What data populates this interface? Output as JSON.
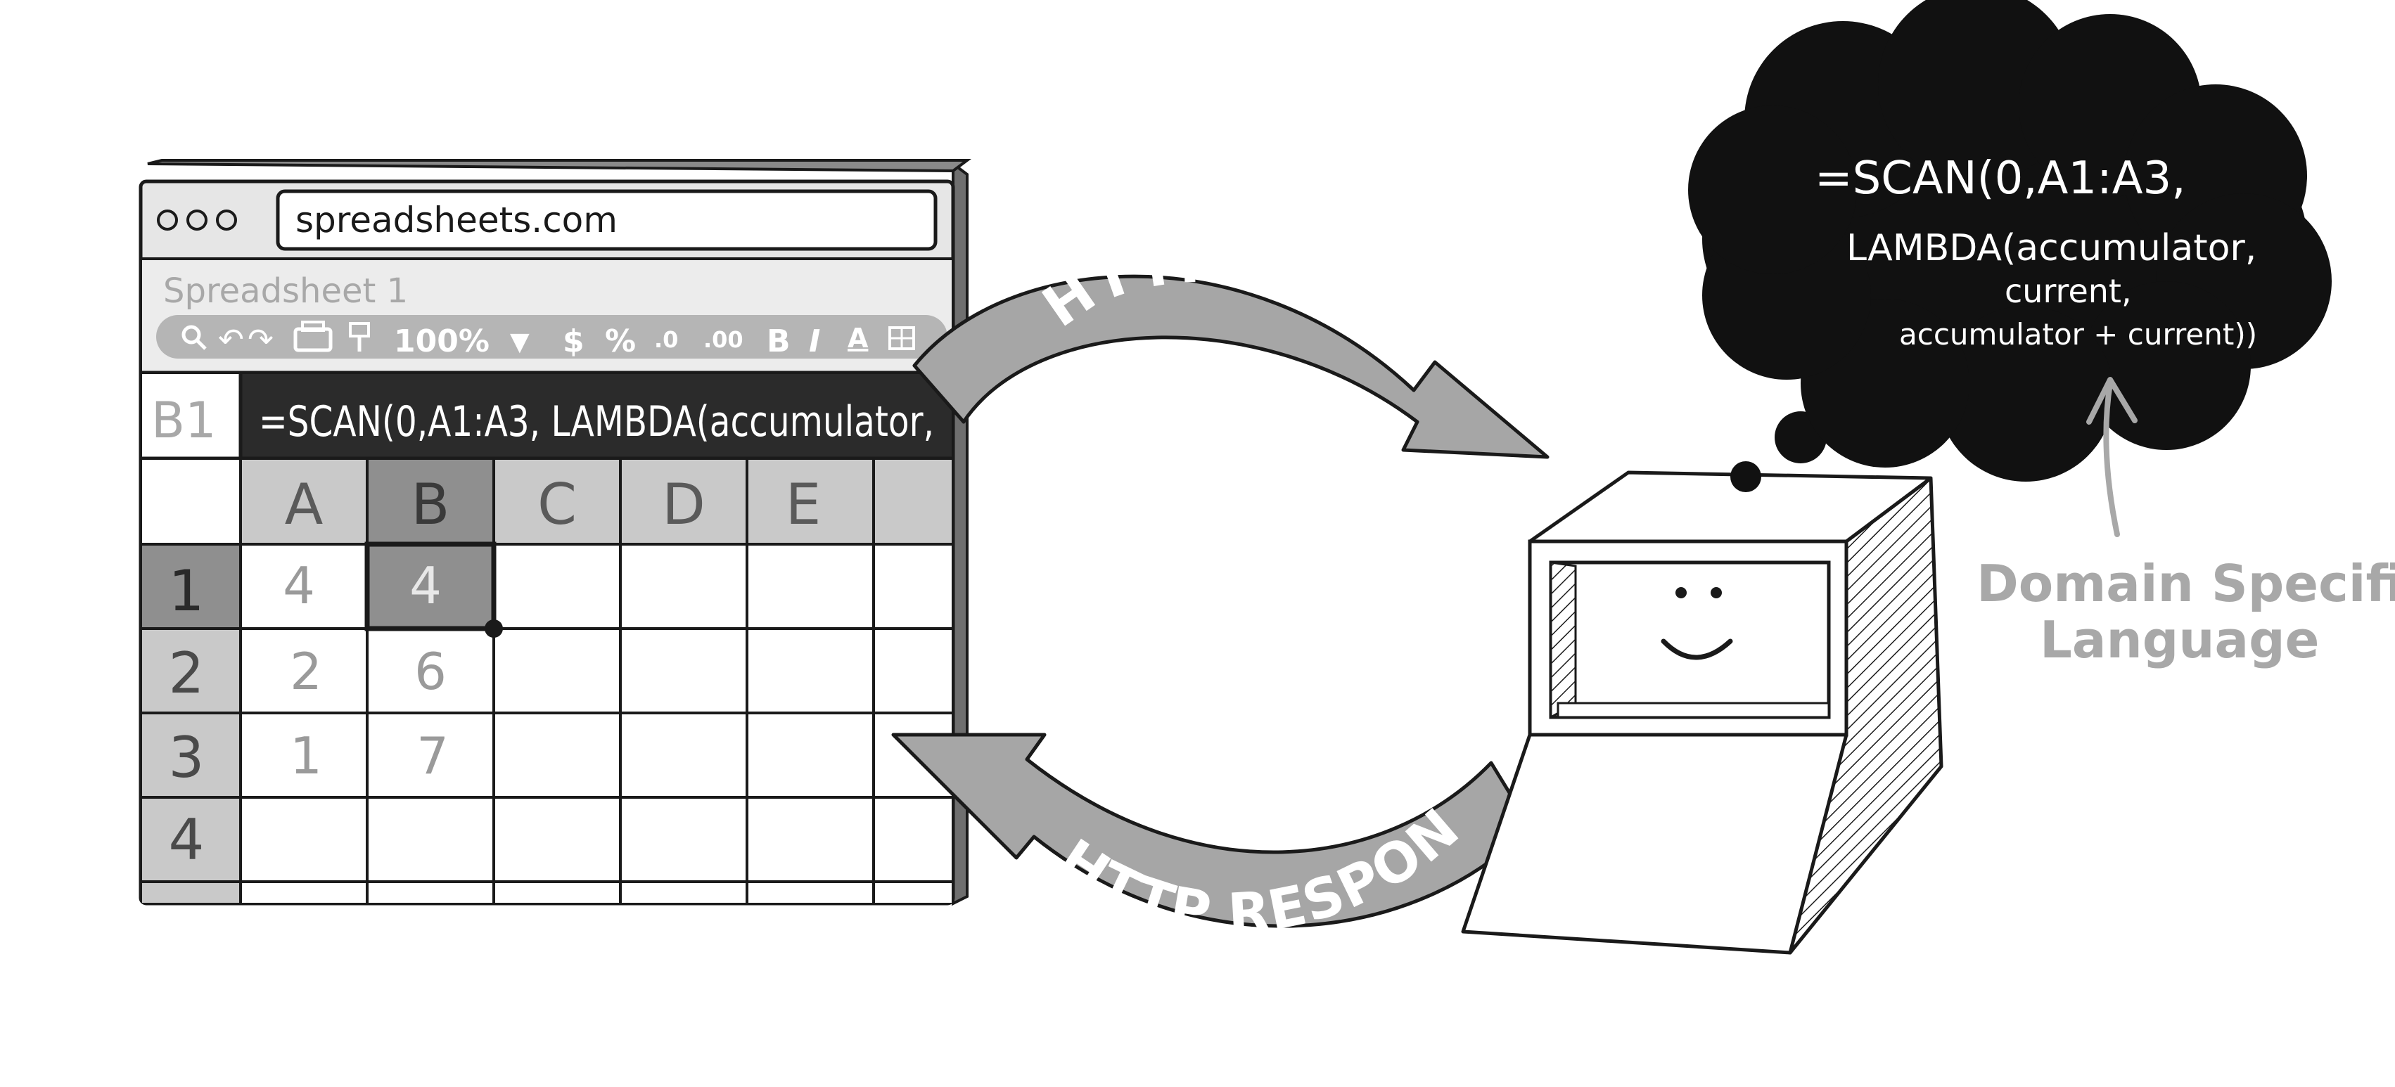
{
  "browser": {
    "url": "spreadsheets.com"
  },
  "spreadsheet": {
    "title": "Spreadsheet 1",
    "toolbar": {
      "zoom": "100%",
      "currency": "$",
      "percent": "%",
      "decrease_decimals": ".0",
      "increase_decimals": ".00",
      "bold": "B",
      "italic": "I",
      "text_color": "A"
    },
    "cell_ref": "B1",
    "formula": "=SCAN(0,A1:A3, LAMBDA(accumulator,",
    "columns": [
      "A",
      "B",
      "C",
      "D",
      "E"
    ],
    "rows": [
      "1",
      "2",
      "3",
      "4"
    ],
    "cells": {
      "A1": "4",
      "B1": "4",
      "A2": "2",
      "B2": "6",
      "A3": "1",
      "B3": "7"
    }
  },
  "arrows": {
    "request": "HTTP REQUEST",
    "response": "HTTP RESPONSE"
  },
  "thought": {
    "line1": "=SCAN(0,A1:A3,",
    "line2": "LAMBDA(accumulator,",
    "line3": "current,",
    "line4": "accumulator + current))"
  },
  "annotation": {
    "line1": "Domain Specific",
    "line2": "Language"
  },
  "colors": {
    "ink": "#1a1a1a",
    "arrow_fill": "#a6a6a6",
    "header_gray": "#c9c9c9",
    "selected_gray": "#8f8f8f",
    "annotation_gray": "#a8a8a8",
    "cell_text_gray": "#9a9a9a"
  }
}
